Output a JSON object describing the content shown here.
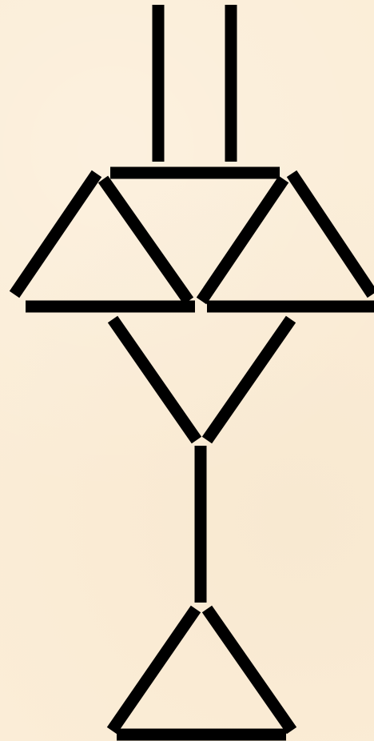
{
  "puzzle": {
    "background_color": "#fbedd7",
    "stick_color": "#000000",
    "stick_count": 15,
    "sticks": [
      {
        "id": "top-left-vertical-stick"
      },
      {
        "id": "top-right-vertical-stick"
      },
      {
        "id": "upper-horizontal-stick"
      },
      {
        "id": "left-triangle-outer-stick"
      },
      {
        "id": "left-triangle-inner-stick"
      },
      {
        "id": "right-triangle-inner-stick"
      },
      {
        "id": "right-triangle-outer-stick"
      },
      {
        "id": "left-triangle-base-stick"
      },
      {
        "id": "right-triangle-base-stick"
      },
      {
        "id": "inverted-triangle-left-stick"
      },
      {
        "id": "inverted-triangle-right-stick"
      },
      {
        "id": "stem-vertical-stick"
      },
      {
        "id": "bottom-triangle-left-stick"
      },
      {
        "id": "bottom-triangle-right-stick"
      },
      {
        "id": "bottom-triangle-base-stick"
      }
    ]
  }
}
